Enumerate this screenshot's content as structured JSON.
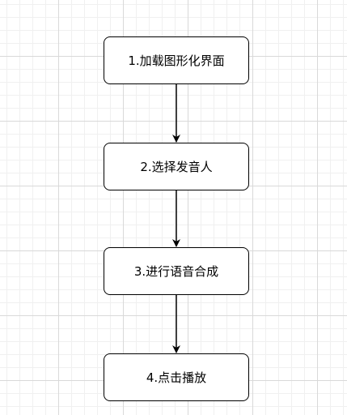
{
  "flowchart": {
    "nodes": [
      {
        "id": "n1",
        "label": "1.加载图形化界面"
      },
      {
        "id": "n2",
        "label": "2.选择发音人"
      },
      {
        "id": "n3",
        "label": "3.进行语音合成"
      },
      {
        "id": "n4",
        "label": "4.点击播放"
      }
    ],
    "edges": [
      {
        "from": "n1",
        "to": "n2"
      },
      {
        "from": "n2",
        "to": "n3"
      },
      {
        "from": "n3",
        "to": "n4"
      }
    ],
    "colors": {
      "stroke": "#000000",
      "fill": "#ffffff",
      "grid_major": "#d9d9d9",
      "grid_minor": "#f0f0f0"
    }
  }
}
